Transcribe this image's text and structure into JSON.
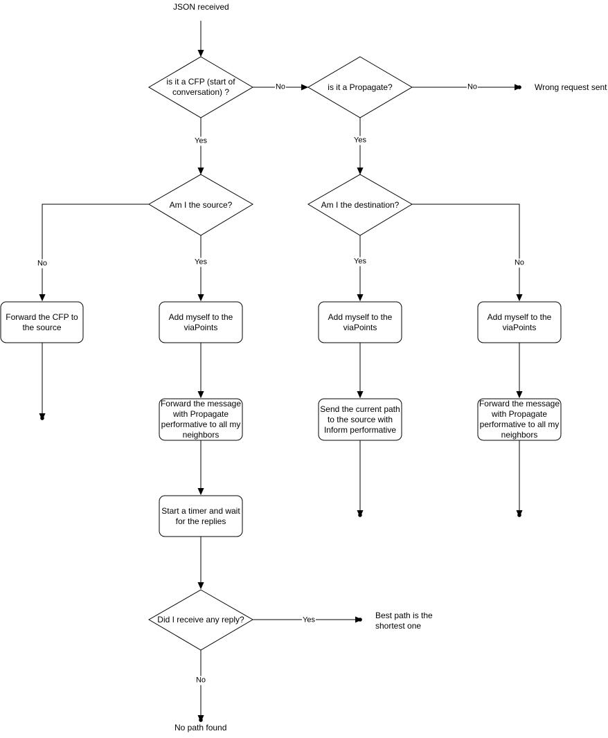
{
  "nodes": {
    "start": "JSON received",
    "is_cfp": "is it a CFP (start of conversation) ?",
    "is_propagate": "is it a Propagate?",
    "wrong_request": "Wrong request sent",
    "am_source": "Am I the source?",
    "am_destination": "Am I the destination?",
    "forward_cfp": "Forward the CFP to the source",
    "add_viapoints_1": "Add myself to the viaPoints",
    "add_viapoints_2": "Add myself to the viaPoints",
    "add_viapoints_3": "Add myself to the viaPoints",
    "forward_propagate_1": "Forward the message with Propagate performative to all my neighbors",
    "send_path": "Send the current path to the source with Inform performative",
    "forward_propagate_2": "Forward the message with Propagate performative to all my neighbors",
    "start_timer": "Start a timer and wait for the replies",
    "any_reply": "Did I receive any reply?",
    "best_path": "Best path is the shortest one",
    "no_path": "No path found"
  },
  "edges": {
    "cfp_no": "No",
    "propagate_no": "No",
    "cfp_yes": "Yes",
    "propagate_yes": "Yes",
    "source_no": "No",
    "source_yes": "Yes",
    "destination_yes": "Yes",
    "destination_no": "No",
    "reply_yes": "Yes",
    "reply_no": "No"
  }
}
